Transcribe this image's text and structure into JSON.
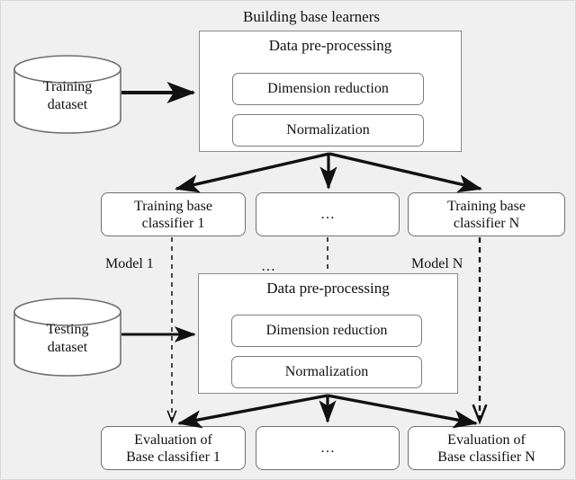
{
  "figure": {
    "background_color": "#f0f0f0",
    "border_color": "#d8d8d8",
    "line_color": "#111111",
    "box_fill": "#ffffff",
    "box_border": "#6f6f6f"
  },
  "title": "Building base learners",
  "training_source": {
    "line1": "Training",
    "line2": "dataset"
  },
  "testing_source": {
    "line1": "Testing",
    "line2": "dataset"
  },
  "preprocessing_top": {
    "heading": "Data pre-processing",
    "steps": [
      "Dimension reduction",
      "Normalization"
    ]
  },
  "preprocessing_bottom": {
    "heading": "Data pre-processing",
    "steps": [
      "Dimension reduction",
      "Normalization"
    ]
  },
  "training_row": {
    "boxes": [
      {
        "line1": "Training base",
        "line2": "classifier 1"
      },
      {
        "line1": "…",
        "line2": ""
      },
      {
        "line1": "Training base",
        "line2": "classifier N"
      }
    ]
  },
  "model_labels": {
    "first": "Model 1",
    "middle": "…",
    "last": "Model N"
  },
  "evaluation_row": {
    "boxes": [
      {
        "line1": "Evaluation of",
        "line2": "Base classifier 1"
      },
      {
        "line1": "…",
        "line2": ""
      },
      {
        "line1": "Evaluation of",
        "line2": "Base classifier N"
      }
    ]
  }
}
